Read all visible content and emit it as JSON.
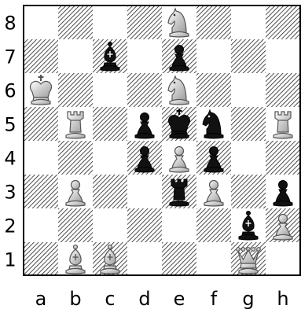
{
  "board": {
    "files": [
      "a",
      "b",
      "c",
      "d",
      "e",
      "f",
      "g",
      "h"
    ],
    "ranks": [
      "8",
      "7",
      "6",
      "5",
      "4",
      "3",
      "2",
      "1"
    ],
    "square_colors": {
      "light": "#ffffff",
      "dark_hatch_line": "#222222",
      "border": "#000000"
    },
    "pieces": [
      {
        "square": "e8",
        "color": "white",
        "type": "knight",
        "icon": "white-knight"
      },
      {
        "square": "c7",
        "color": "black",
        "type": "bishop",
        "icon": "black-bishop"
      },
      {
        "square": "e7",
        "color": "black",
        "type": "pawn",
        "icon": "black-pawn"
      },
      {
        "square": "a6",
        "color": "white",
        "type": "king",
        "icon": "white-king"
      },
      {
        "square": "e6",
        "color": "white",
        "type": "knight",
        "icon": "white-knight"
      },
      {
        "square": "b5",
        "color": "white",
        "type": "rook",
        "icon": "white-rook"
      },
      {
        "square": "d5",
        "color": "black",
        "type": "pawn",
        "icon": "black-pawn"
      },
      {
        "square": "e5",
        "color": "black",
        "type": "king",
        "icon": "black-king"
      },
      {
        "square": "f5",
        "color": "black",
        "type": "knight",
        "icon": "black-knight"
      },
      {
        "square": "h5",
        "color": "white",
        "type": "rook",
        "icon": "white-rook"
      },
      {
        "square": "d4",
        "color": "black",
        "type": "pawn",
        "icon": "black-pawn"
      },
      {
        "square": "e4",
        "color": "white",
        "type": "pawn",
        "icon": "white-pawn"
      },
      {
        "square": "f4",
        "color": "black",
        "type": "pawn",
        "icon": "black-pawn"
      },
      {
        "square": "b3",
        "color": "white",
        "type": "pawn",
        "icon": "white-pawn"
      },
      {
        "square": "e3",
        "color": "black",
        "type": "rook",
        "icon": "black-rook"
      },
      {
        "square": "f3",
        "color": "white",
        "type": "pawn",
        "icon": "white-pawn"
      },
      {
        "square": "h3",
        "color": "black",
        "type": "pawn",
        "icon": "black-pawn"
      },
      {
        "square": "g2",
        "color": "black",
        "type": "bishop",
        "icon": "black-bishop"
      },
      {
        "square": "h2",
        "color": "white",
        "type": "pawn",
        "icon": "white-pawn"
      },
      {
        "square": "b1",
        "color": "white",
        "type": "bishop",
        "icon": "white-bishop"
      },
      {
        "square": "c1",
        "color": "white",
        "type": "bishop",
        "icon": "white-bishop"
      },
      {
        "square": "g1",
        "color": "white",
        "type": "queen",
        "icon": "white-queen"
      }
    ]
  }
}
